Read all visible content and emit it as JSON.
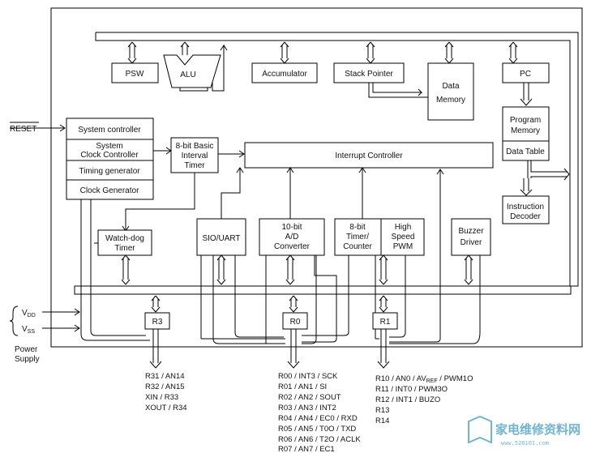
{
  "blocks": {
    "psw": "PSW",
    "alu": "ALU",
    "accumulator": "Accumulator",
    "stack_pointer": "Stack Pointer",
    "data_memory_1": "Data",
    "data_memory_2": "Memory",
    "pc": "PC",
    "program_memory_1": "Program",
    "program_memory_2": "Memory",
    "data_table": "Data Table",
    "instruction_decoder_1": "Instruction",
    "instruction_decoder_2": "Decoder",
    "system_controller": "System controller",
    "system_clock_controller_1": "System",
    "system_clock_controller_2": "Clock Controller",
    "timing_generator": "Timing generator",
    "clock_generator": "Clock Generator",
    "basic_interval_timer_1": "8-bit Basic",
    "basic_interval_timer_2": "Interval",
    "basic_interval_timer_3": "Timer",
    "interrupt_controller": "Interrupt Controller",
    "watchdog_timer_1": "Watch-dog",
    "watchdog_timer_2": "Timer",
    "sio_uart": "SIO/UART",
    "adc_1": "10-bit",
    "adc_2": "A/D",
    "adc_3": "Converter",
    "timer_counter_1": "8-bit",
    "timer_counter_2": "Timer/",
    "timer_counter_3": "Counter",
    "pwm_1": "High",
    "pwm_2": "Speed",
    "pwm_3": "PWM",
    "buzzer_driver_1": "Buzzer",
    "buzzer_driver_2": "Driver",
    "port_r3": "R3",
    "port_r0": "R0",
    "port_r1": "R1"
  },
  "signals": {
    "reset": "RESET",
    "vdd_main": "V",
    "vdd_sub": "DD",
    "vss_main": "V",
    "vss_sub": "SS",
    "power_1": "Power",
    "power_2": "Supply"
  },
  "pins": {
    "r3": [
      "R31 / AN14",
      "R32 / AN15",
      "XIN / R33",
      "XOUT / R34"
    ],
    "r0": [
      "R00 / INT3 / SCK",
      "R01 / AN1 / SI",
      "R02 / AN2 / SOUT",
      "R03 / AN3 / INT2",
      "R04 / AN4 / EC0 / RXD",
      "R05 / AN5 / T0O / TXD",
      "R06 / AN6 / T2O / ACLK",
      "R07 / AN7 / EC1"
    ],
    "r1": {
      "r10_prefix": "R10 / AN0 / AV",
      "r10_sub": "REF",
      "r10_suffix": " / PWM1O",
      "rest": [
        "R11 / INT0 / PWM3O",
        "R12 / INT1 / BUZO",
        "R13",
        "R14"
      ]
    }
  },
  "watermark": {
    "text": "家电维修资料网",
    "url": "www.520101.com"
  }
}
